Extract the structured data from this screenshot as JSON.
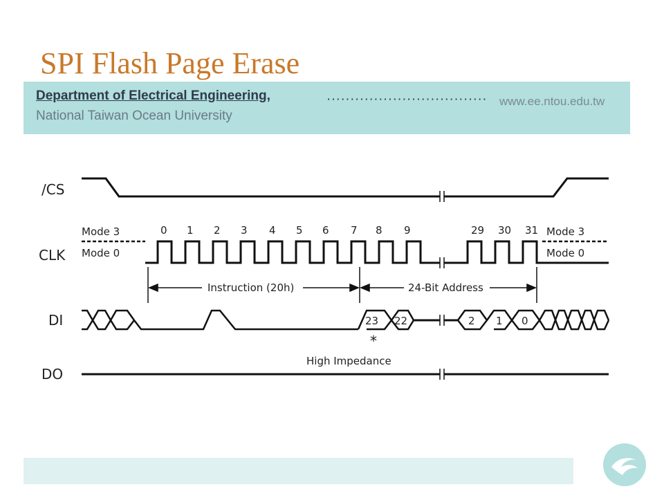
{
  "slide": {
    "title": "SPI Flash Page Erase",
    "department": "Department of Electrical Engineering,",
    "university": "National Taiwan Ocean University",
    "website": "www.ee.ntou.edu.tw"
  },
  "diagram": {
    "signals": [
      "/CS",
      "CLK",
      "DI",
      "DO"
    ],
    "mode_labels": {
      "mode3_left": "Mode 3",
      "mode0_left": "Mode 0",
      "mode3_right": "Mode 3",
      "mode0_right": "Mode 0"
    },
    "clock_numbers": [
      "0",
      "1",
      "2",
      "3",
      "4",
      "5",
      "6",
      "7",
      "8",
      "9",
      "29",
      "30",
      "31"
    ],
    "instruction_label": "Instruction (20h)",
    "address_label": "24-Bit Address",
    "di_bits": [
      "23",
      "22",
      "2",
      "1",
      "0"
    ],
    "asterisk": "*",
    "high_impedance": "High Impedance"
  },
  "colors": {
    "title": "#c8792a",
    "banner": "#b3dfde",
    "footer": "#dff1f0"
  }
}
